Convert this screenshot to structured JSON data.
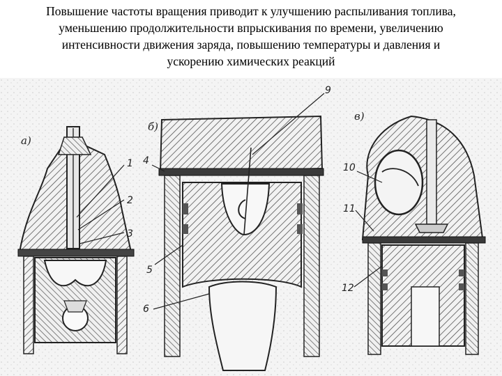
{
  "caption": {
    "lines": [
      "Повышение частоты вращения приводит к улучшению распыливания топлива,",
      "уменьшению продолжительности впрыскивания по времени, увеличению",
      "интенсивности движения заряда, повышению температуры и давления и",
      "ускорению химических реакций"
    ]
  },
  "figure": {
    "panel_labels": [
      "а)",
      "б)",
      "в)"
    ],
    "callouts": [
      "1",
      "2",
      "3",
      "4",
      "5",
      "6",
      "9",
      "10",
      "11",
      "12"
    ],
    "colors": {
      "ink": "#2a2a2a",
      "hatch": "#555555",
      "paper": "#f4f4f4"
    }
  }
}
